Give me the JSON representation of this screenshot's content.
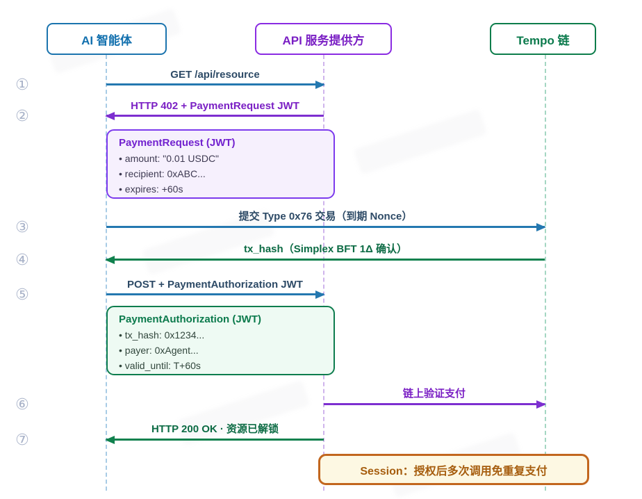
{
  "diagram": {
    "type": "sequence-diagram",
    "actors": [
      {
        "id": "ai",
        "label": "AI 智能体",
        "color": "#1b74ae"
      },
      {
        "id": "api",
        "label": "API 服务提供方",
        "color": "#8a2be2"
      },
      {
        "id": "tempo",
        "label": "Tempo 链",
        "color": "#0d7d4b"
      }
    ],
    "steps": [
      "①",
      "②",
      "③",
      "④",
      "⑤",
      "⑥",
      "⑦"
    ],
    "messages": [
      {
        "step": "①",
        "label": "GET /api/resource",
        "from": "ai",
        "to": "api",
        "color": "blue"
      },
      {
        "step": "②",
        "label": "HTTP 402 + PaymentRequest JWT",
        "from": "api",
        "to": "ai",
        "color": "purple"
      },
      {
        "step": "③",
        "label": "提交 Type 0x76 交易（到期 Nonce）",
        "from": "ai",
        "to": "tempo",
        "color": "blue"
      },
      {
        "step": "④",
        "label": "tx_hash（Simplex BFT 1Δ 确认）",
        "from": "tempo",
        "to": "ai",
        "color": "green"
      },
      {
        "step": "⑤",
        "label": "POST + PaymentAuthorization JWT",
        "from": "ai",
        "to": "api",
        "color": "blue"
      },
      {
        "step": "⑥",
        "label": "链上验证支付",
        "from": "api",
        "to": "tempo",
        "color": "purple"
      },
      {
        "step": "⑦",
        "label": "HTTP 200 OK · 资源已解锁",
        "from": "api",
        "to": "ai",
        "color": "green"
      }
    ],
    "notes": [
      {
        "title": "PaymentRequest (JWT)",
        "items": [
          "amount: \"0.01 USDC\"",
          "recipient: 0xABC...",
          "expires: +60s"
        ],
        "color": "#7c3aed"
      },
      {
        "title": "PaymentAuthorization (JWT)",
        "items": [
          "tx_hash: 0x1234...",
          "payer: 0xAgent...",
          "valid_until: T+60s"
        ],
        "color": "#0e7d4e"
      }
    ],
    "session_note": {
      "text": "Session：授权后多次调用免重复支付",
      "border_color": "#c2661e",
      "background": "#fdf8e3"
    },
    "colors": {
      "arrow_blue": "#2478b0",
      "arrow_purple": "#7d2fd0",
      "arrow_green": "#10814e",
      "step_circle": "#a9b3c9"
    }
  }
}
